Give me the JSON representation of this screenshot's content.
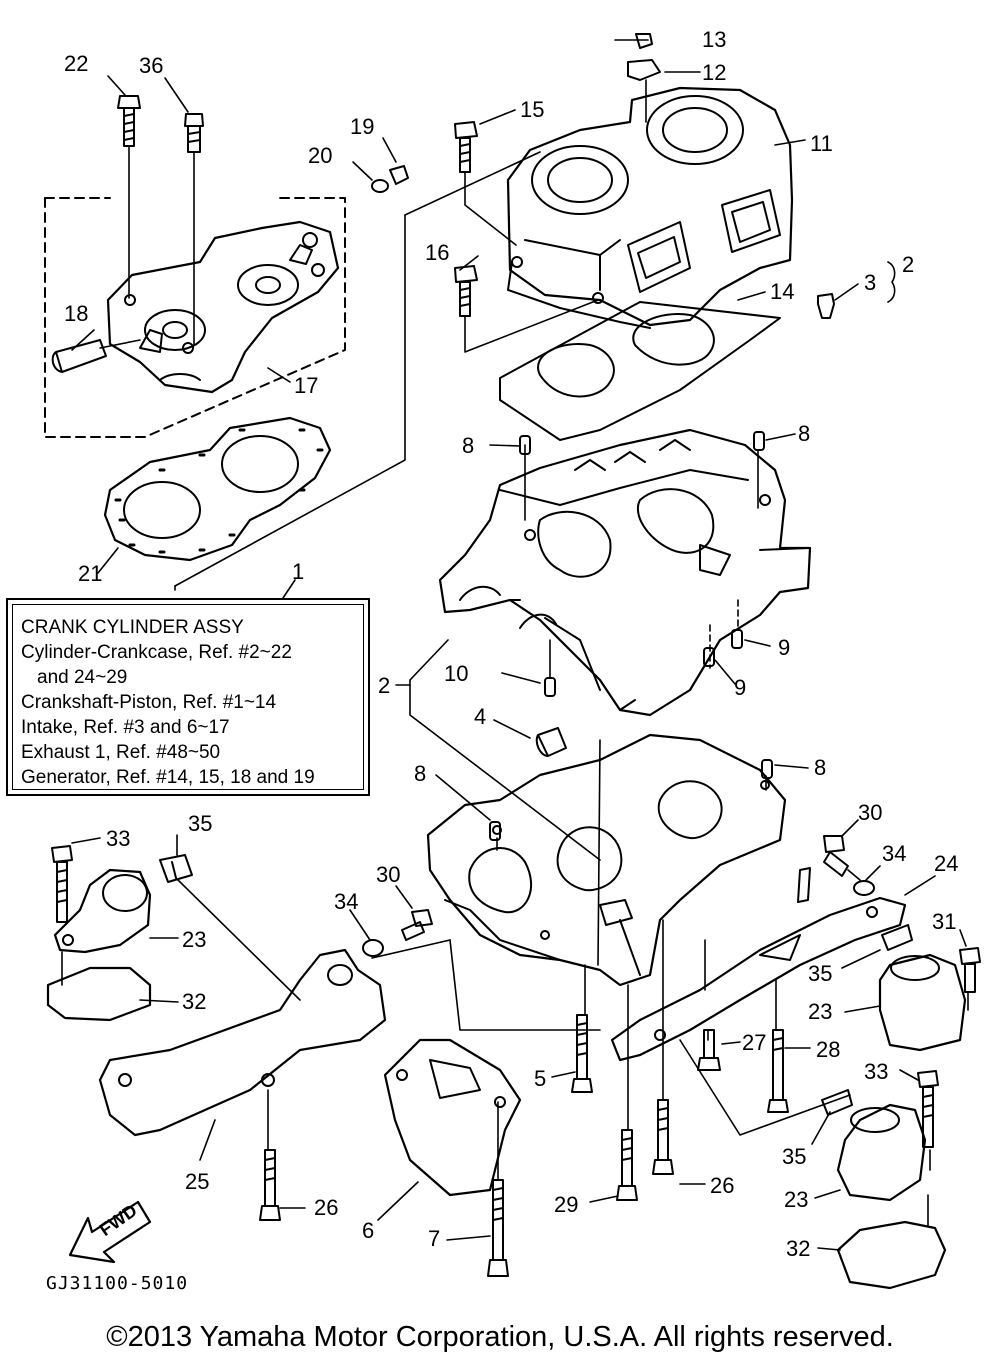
{
  "callouts": {
    "c22": "22",
    "c36": "36",
    "c13": "13",
    "c12": "12",
    "c15": "15",
    "c11": "11",
    "c19": "19",
    "c20": "20",
    "c16": "16",
    "c3": "3",
    "c2a": "2",
    "c14": "14",
    "c18": "18",
    "c17": "17",
    "c8a": "8",
    "c8b": "8",
    "c21": "21",
    "c1": "1",
    "c9a": "9",
    "c10": "10",
    "c9b": "9",
    "c2b": "2",
    "c4": "4",
    "c8c": "8",
    "c8d": "8",
    "c33a": "33",
    "c35a": "35",
    "c30a": "30",
    "c34a": "34",
    "c30b": "30",
    "c34b": "34",
    "c24": "24",
    "c23a": "23",
    "c31": "31",
    "c32a": "32",
    "c35b": "35",
    "c23b": "23",
    "c27": "27",
    "c28": "28",
    "c5": "5",
    "c33b": "33",
    "c25": "25",
    "c35c": "35",
    "c23c": "23",
    "c26a": "26",
    "c26b": "26",
    "c29": "29",
    "c6": "6",
    "c7": "7",
    "c32b": "32"
  },
  "legend": {
    "line1": "CRANK CYLINDER ASSY",
    "line2": "Cylinder-Crankcase, Ref. #2~22",
    "line3": "and 24~29",
    "line4": "Crankshaft-Piston, Ref. #1~14",
    "line5": "Intake, Ref. #3 and 6~17",
    "line6": "Exhaust 1, Ref. #48~50",
    "line7": "Generator, Ref. #14, 15, 18 and 19"
  },
  "fwd_label": "FWD",
  "diagram_code": "GJ31100-5010",
  "copyright": "©2013 Yamaha Motor Corporation, U.S.A. All rights reserved."
}
